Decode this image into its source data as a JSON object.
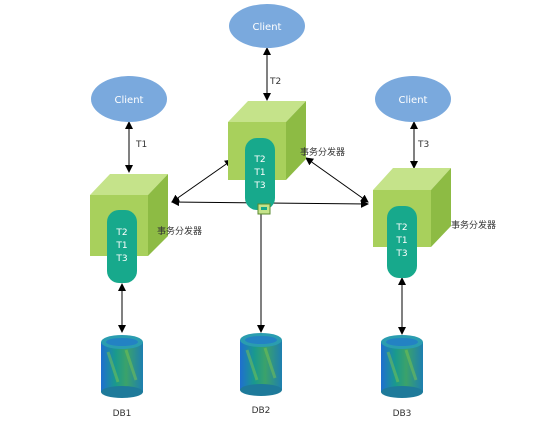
{
  "clients": [
    {
      "label": "Client"
    },
    {
      "label": "Client"
    },
    {
      "label": "Client"
    }
  ],
  "links": [
    {
      "label": "T1"
    },
    {
      "label": "T2"
    },
    {
      "label": "T3"
    }
  ],
  "dispatchers": [
    {
      "label": "事务分发器",
      "queue": [
        "T2",
        "T1",
        "T3"
      ]
    },
    {
      "label": "事务分发器",
      "queue": [
        "T2",
        "T1",
        "T3"
      ]
    },
    {
      "label": "事务分发器",
      "queue": [
        "T2",
        "T1",
        "T3"
      ]
    }
  ],
  "databases": [
    {
      "label": "DB1"
    },
    {
      "label": "DB2"
    },
    {
      "label": "DB3"
    }
  ],
  "colors": {
    "client_fill": "#7aa9dd",
    "cube_front": "#a8d05c",
    "cube_top": "#c5e38a",
    "cube_side": "#8dbb44",
    "queue_fill": "#17a98c",
    "db_fill": "#1b8a8c",
    "db_accent": "#2f7ad6",
    "line": "#000000"
  }
}
